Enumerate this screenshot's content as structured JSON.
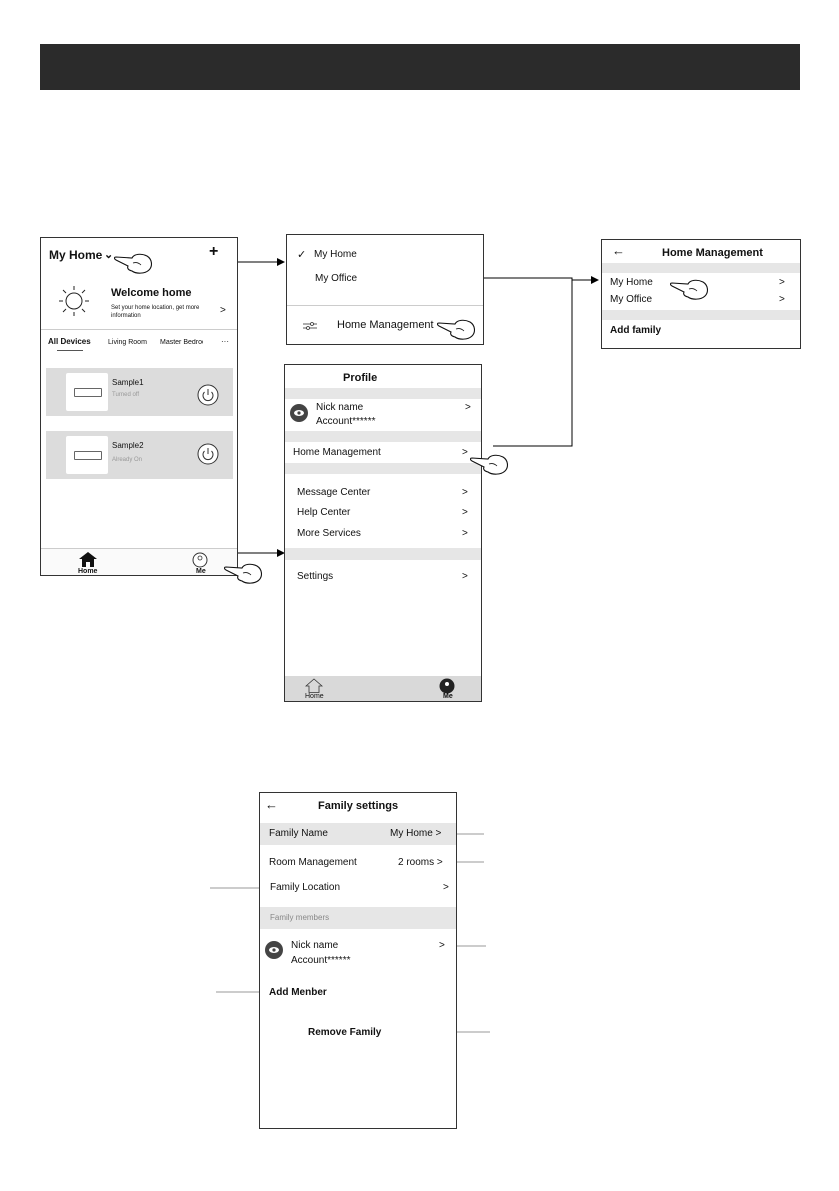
{
  "home_screen": {
    "title": "My Home",
    "add_icon": "+",
    "welcome_title": "Welcome home",
    "welcome_sub": "Set your home location, get more information",
    "chevron": ">",
    "tabs": [
      "All Devices",
      "Living Room",
      "Master Bedroom"
    ],
    "tab_more": "···",
    "devices": [
      {
        "name": "Sample1",
        "status": "Turned off"
      },
      {
        "name": "Sample2",
        "status": "Already On"
      }
    ],
    "nav": {
      "home": "Home",
      "me": "Me"
    }
  },
  "dropdown": {
    "items": [
      "My Home",
      "My  Office"
    ],
    "check": "✓",
    "management": "Home Management"
  },
  "home_management": {
    "back": "←",
    "title": "Home Management",
    "homes": [
      {
        "name": "My Home",
        "chevron": ">"
      },
      {
        "name": "My  Office",
        "chevron": ">"
      }
    ],
    "add_family": "Add family"
  },
  "profile": {
    "title": "Profile",
    "nick": "Nick name",
    "account": "Account******",
    "chevron": ">",
    "home_management": "Home Management",
    "menu": [
      "Message Center",
      "Help Center",
      "More Services"
    ],
    "settings": "Settings",
    "nav": {
      "home": "Home",
      "me": "Me"
    }
  },
  "family_settings": {
    "back": "←",
    "title": "Family settings",
    "family_name_label": "Family Name",
    "family_name_value": "My Home >",
    "room_label": "Room Management",
    "room_value": "2 rooms >",
    "location_label": "Family Location",
    "location_chevron": ">",
    "members_header": "Family members",
    "member_nick": "Nick name",
    "member_account": "Account******",
    "member_chevron": ">",
    "add_member": "Add Menber",
    "remove_family": "Remove Family"
  },
  "colors": {
    "header_bar": "#2b2b2b",
    "row_gray": "#e6e6e6",
    "device_card": "#dcdcdc",
    "nav_bg": "#d9d9d9"
  }
}
